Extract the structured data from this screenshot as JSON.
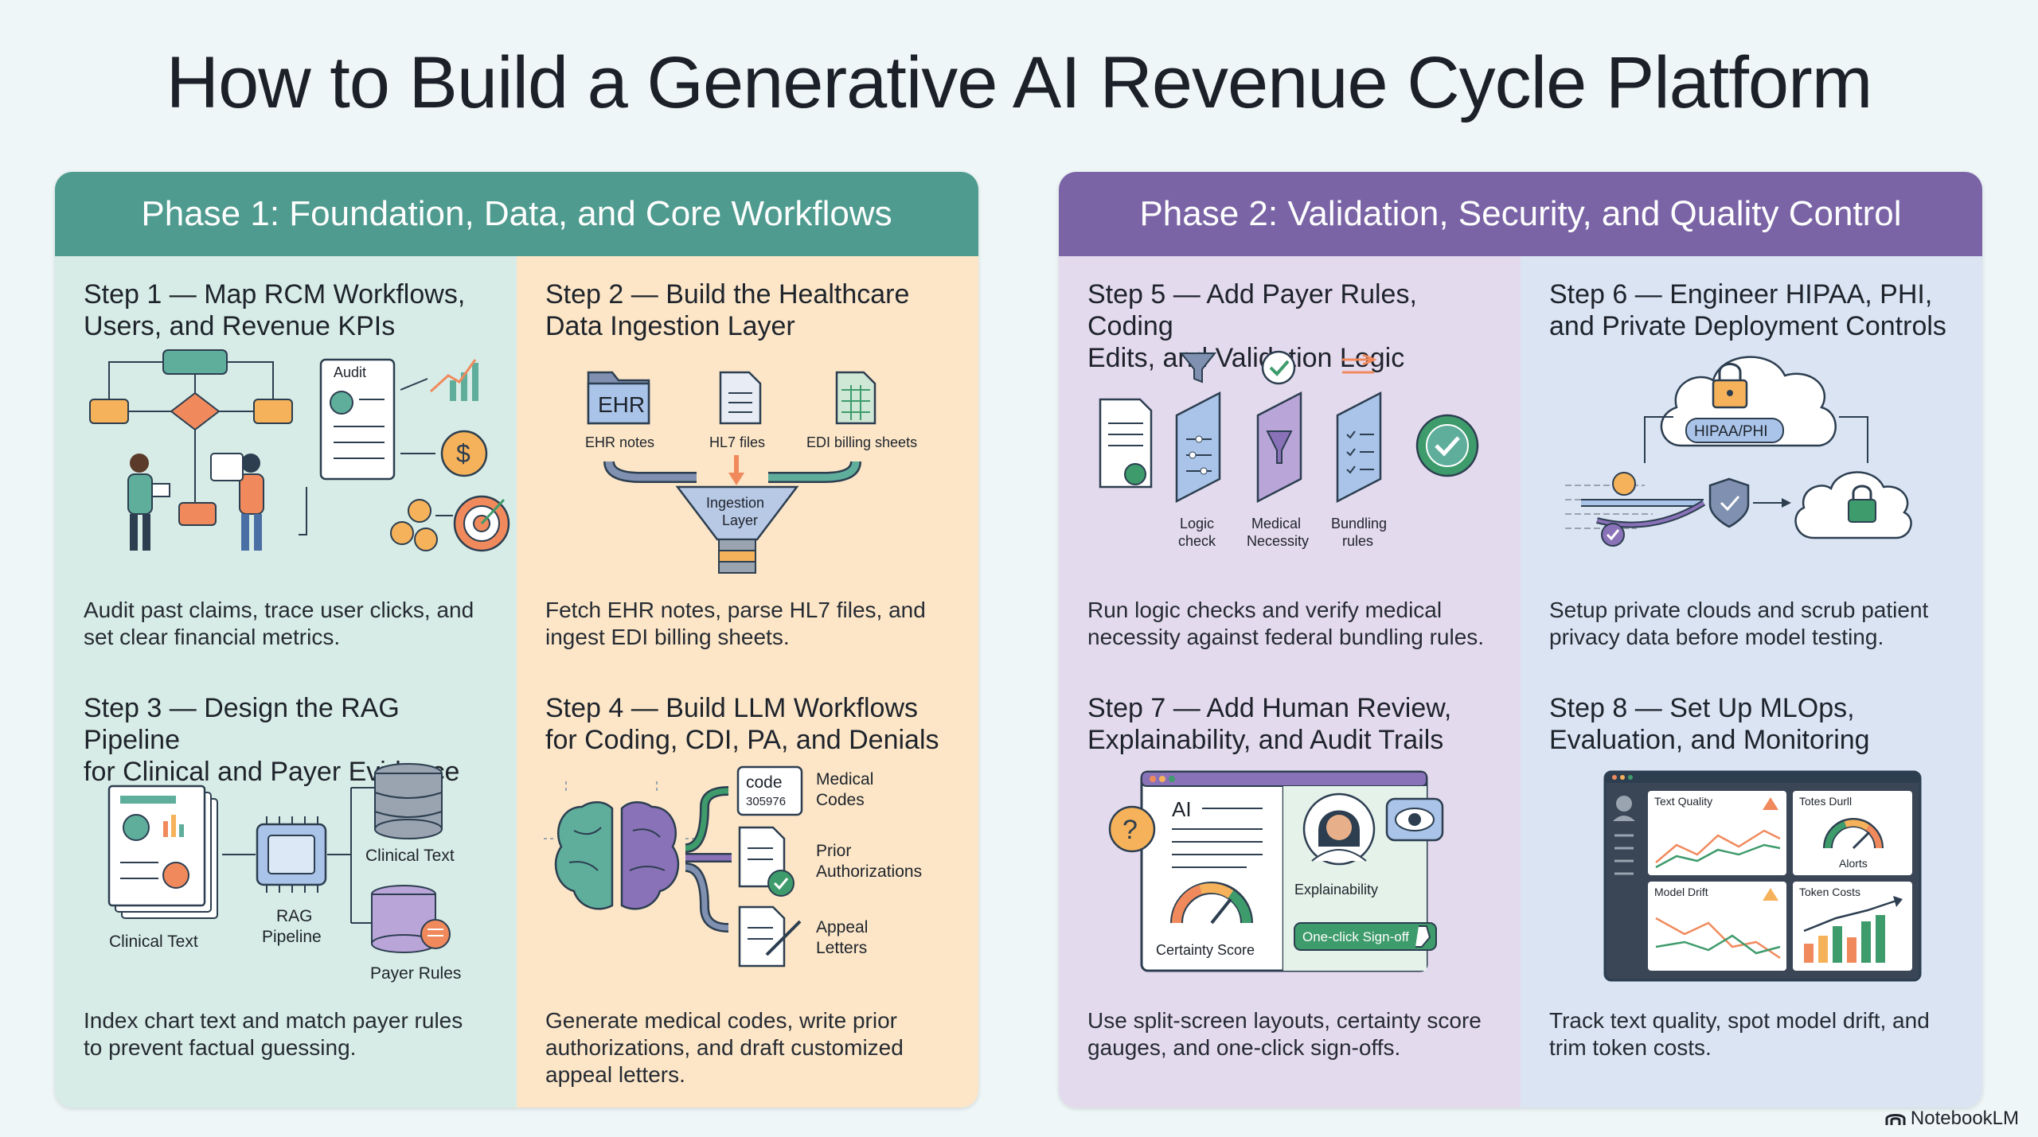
{
  "title": "How to Build a Generative AI Revenue Cycle Platform",
  "phase1": {
    "header": "Phase 1: Foundation, Data, and Core Workflows",
    "step1": {
      "title_line1": "Step 1 — Map RCM Workflows,",
      "title_line2": "Users, and Revenue KPIs",
      "illus": {
        "audit": "Audit"
      },
      "desc_line1": "Audit past claims, trace user clicks, and",
      "desc_line2": "set clear financial metrics."
    },
    "step2": {
      "title_line1": "Step 2 — Build the Healthcare",
      "title_line2": "Data Ingestion Layer",
      "illus": {
        "ehr_badge": "EHR",
        "ehr_notes": "EHR notes",
        "hl7_files": "HL7 files",
        "edi_sheets": "EDI billing sheets",
        "ingestion_line1": "Ingestion",
        "ingestion_line2": "Layer"
      },
      "desc_line1": "Fetch EHR notes, parse HL7 files, and",
      "desc_line2": "ingest EDI billing sheets."
    },
    "step3": {
      "title_line1": "Step 3 — Design the RAG Pipeline",
      "title_line2": "for Clinical and Payer Evidence",
      "illus": {
        "clinical_text_left": "Clinical Text",
        "rag_line1": "RAG",
        "rag_line2": "Pipeline",
        "clinical_text_db": "Clinical Text",
        "payer_rules": "Payer Rules"
      },
      "desc_line1": "Index chart text and match payer rules",
      "desc_line2": "to prevent factual guessing."
    },
    "step4": {
      "title_line1": "Step 4 — Build LLM Workflows",
      "title_line2": "for Coding, CDI, PA, and Denials",
      "illus": {
        "code_word": "code",
        "code_number": "305976",
        "medical_line1": "Medical",
        "medical_line2": "Codes",
        "prior_line1": "Prior",
        "prior_line2": "Authorizations",
        "appeal_line1": "Appeal",
        "appeal_line2": "Letters"
      },
      "desc_line1": "Generate medical codes, write prior",
      "desc_line2": "authorizations, and draft customized",
      "desc_line3": "appeal letters."
    }
  },
  "phase2": {
    "header": "Phase 2: Validation, Security, and Quality Control",
    "step5": {
      "title_line1": "Step 5 — Add Payer Rules, Coding",
      "title_line2": "Edits, and Validation Logic",
      "illus": {
        "logic_line1": "Logic",
        "logic_line2": "check",
        "medical_line1": "Medical",
        "medical_line2": "Necessity",
        "bundling_line1": "Bundling",
        "bundling_line2": "rules"
      },
      "desc_line1": "Run logic checks and verify medical",
      "desc_line2": "necessity against federal bundling rules."
    },
    "step6": {
      "title_line1": "Step 6 — Engineer HIPAA, PHI,",
      "title_line2": "and Private Deployment Controls",
      "illus": {
        "hipaa": "HIPAA/PHI"
      },
      "desc_line1": "Setup private clouds and scrub patient",
      "desc_line2": "privacy data before model testing."
    },
    "step7": {
      "title_line1": "Step 7 — Add Human Review,",
      "title_line2": "Explainability, and Audit Trails",
      "illus": {
        "ai": "AI",
        "explainability": "Explainability",
        "certainty": "Certainty Score",
        "signoff": "One-click Sign-off"
      },
      "desc_line1": "Use split-screen layouts, certainty score",
      "desc_line2": "gauges, and one-click sign-offs."
    },
    "step8": {
      "title_line1": "Step 8 — Set Up MLOps,",
      "title_line2": "Evaluation, and Monitoring",
      "illus": {
        "text_quality": "Text Quality",
        "totes_durll": "Totes Durll",
        "alorts": "Alorts",
        "model_drift": "Model Drift",
        "token_costs": "Token Costs"
      },
      "desc_line1": "Track text quality, spot model drift, and",
      "desc_line2": "trim token costs."
    }
  },
  "brand": "NotebookLM",
  "colors": {
    "phase1_header": "#4f9b8f",
    "phase2_header": "#7a64a6",
    "teal": "#4f9b8f",
    "orange": "#f2a14a",
    "purple": "#8a72b8",
    "green": "#3e9b6b"
  }
}
